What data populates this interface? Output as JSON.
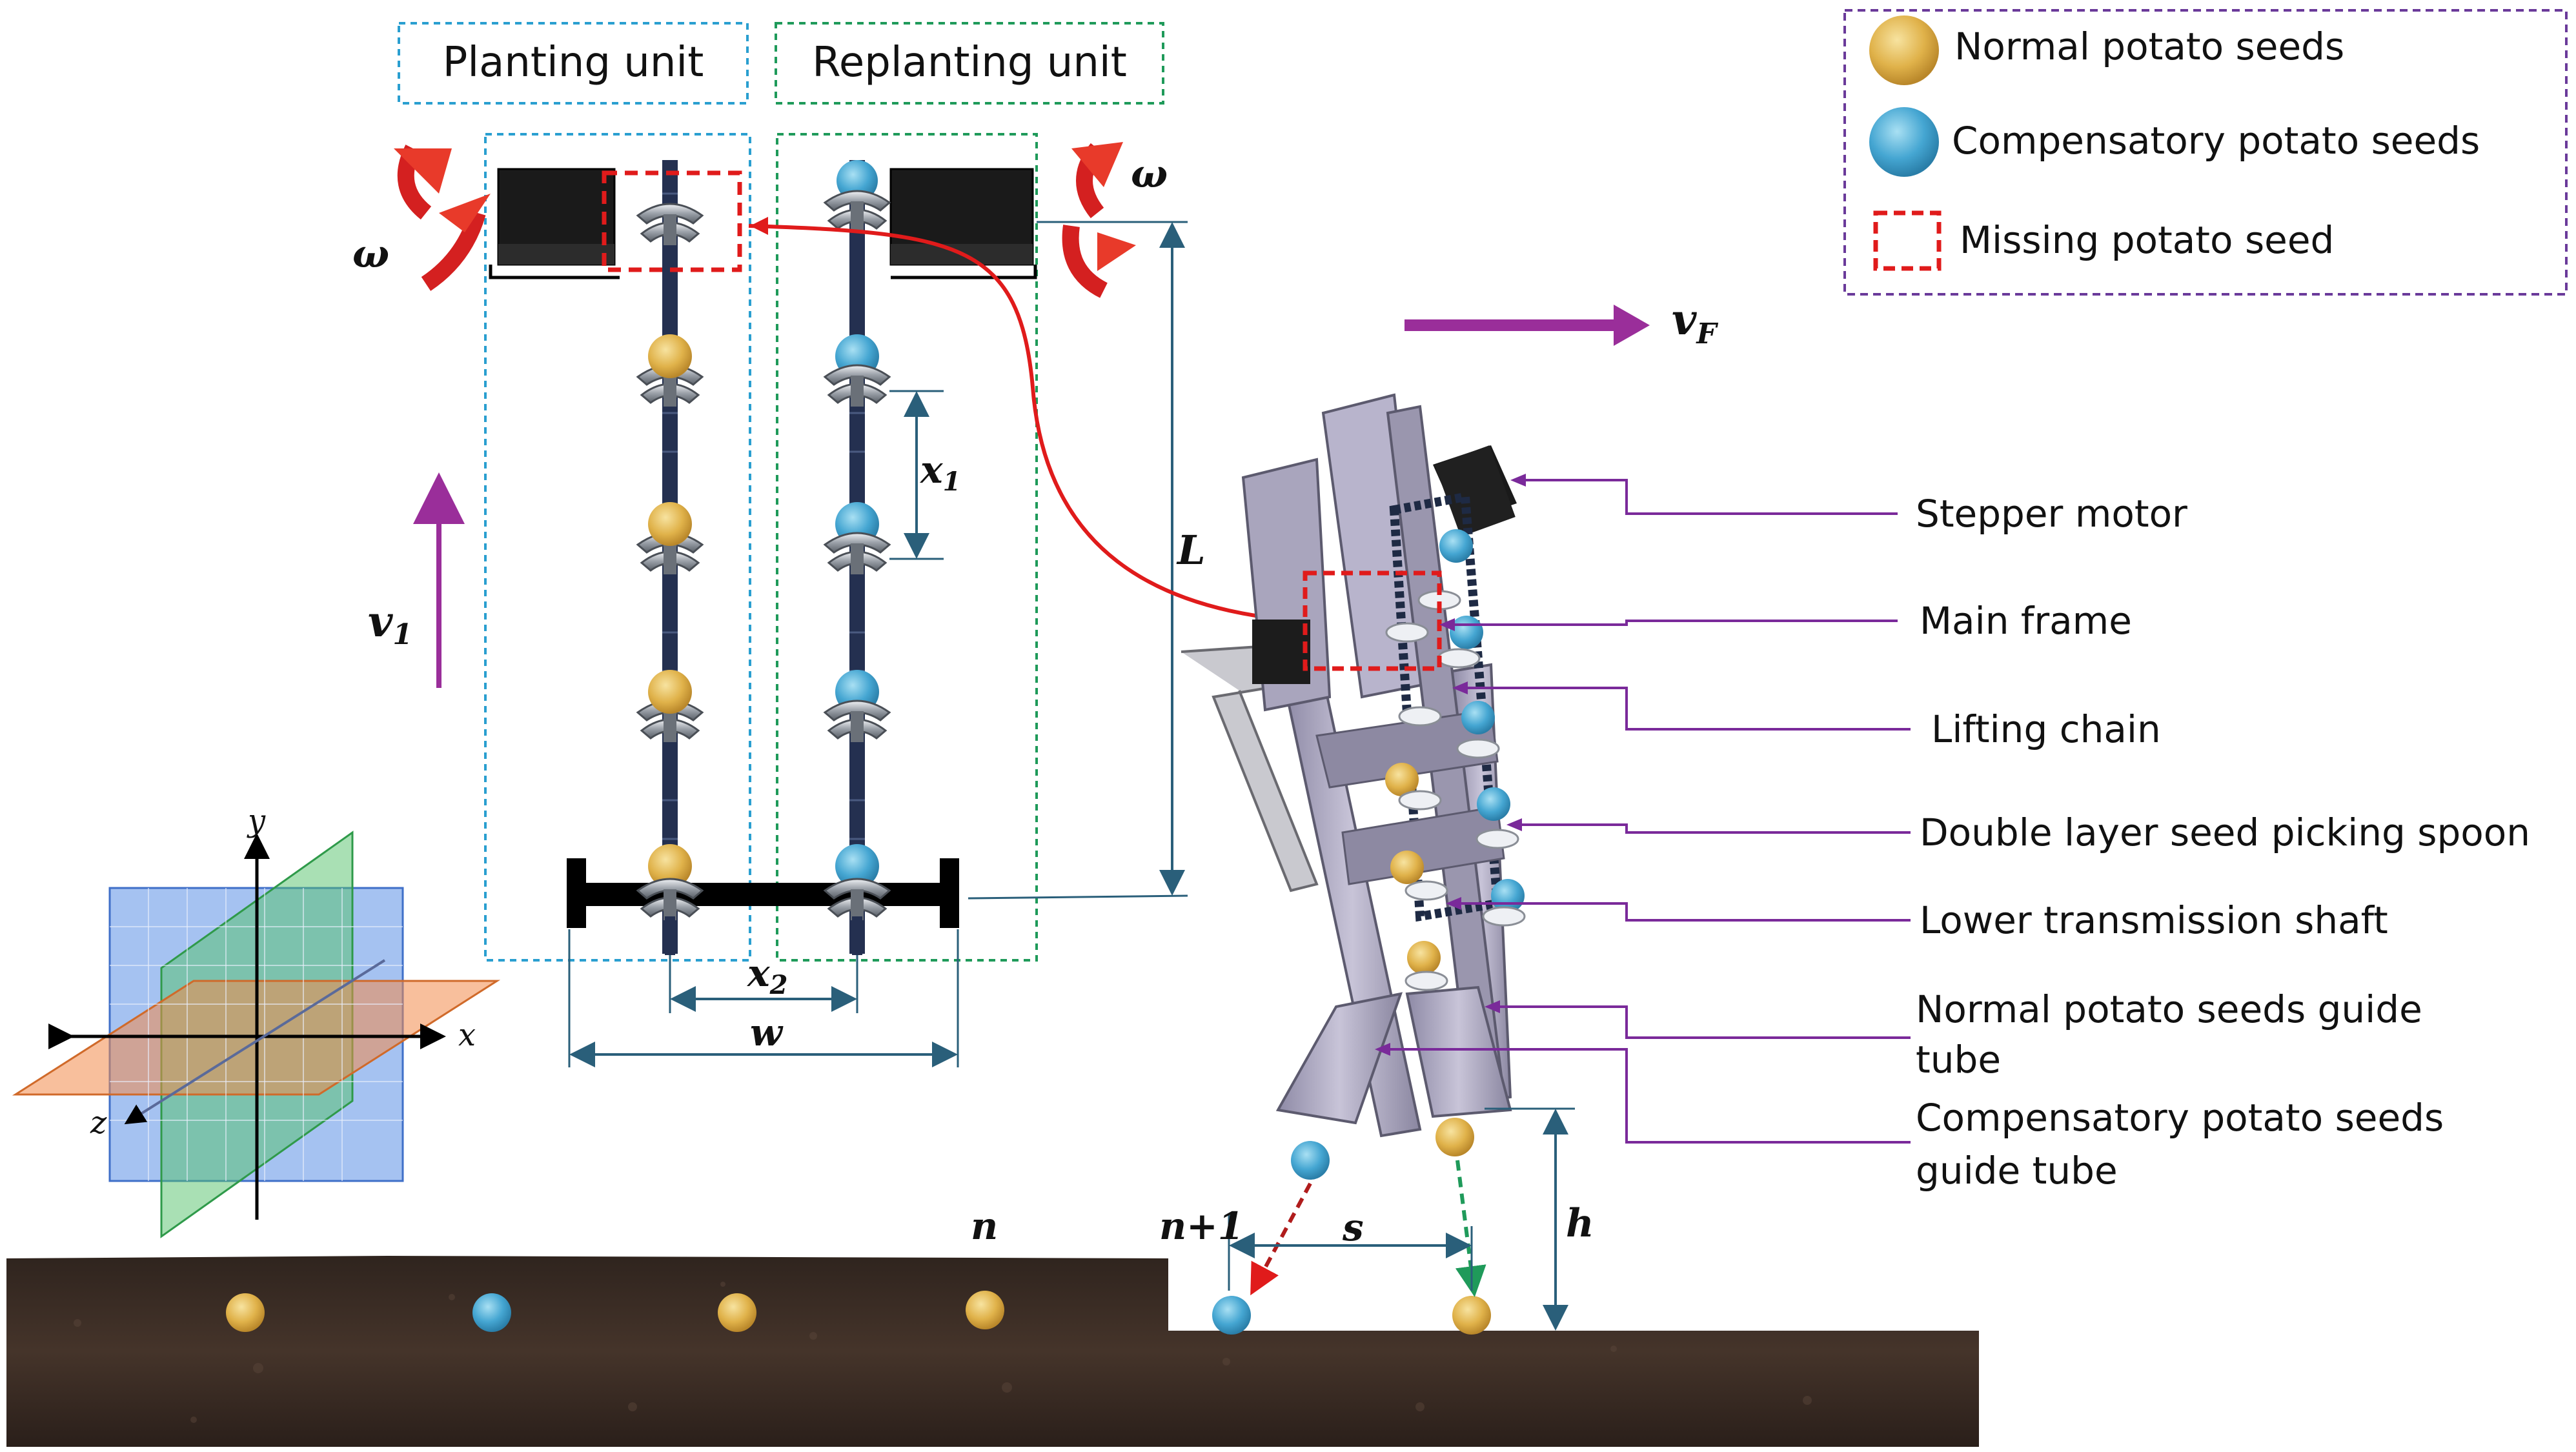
{
  "units": {
    "planting": "Planting unit",
    "replanting": "Replanting unit"
  },
  "legend": {
    "items": [
      {
        "label": "Normal potato seeds",
        "kind": "normal-seed"
      },
      {
        "label": "Compensatory potato seeds",
        "kind": "compensatory-seed"
      },
      {
        "label": "Missing potato seed",
        "kind": "missing-seed"
      }
    ]
  },
  "callouts": [
    "Stepper motor",
    "Main frame",
    "Lifting chain",
    "Double layer seed picking spoon",
    "Lower transmission shaft",
    "Normal potato seeds guide",
    "tube",
    "Compensatory potato seeds",
    "guide tube"
  ],
  "symbols": {
    "omega_left": "ω",
    "omega_right": "ω",
    "v1": "v",
    "v1_sub": "1",
    "vF": "v",
    "vF_sub": "F",
    "x1": "x",
    "x1_sub": "1",
    "x2": "x",
    "x2_sub": "2",
    "L": "L",
    "w": "w",
    "s": "s",
    "h": "h",
    "n": "n",
    "n1": "n+1"
  },
  "axes": {
    "x": "x",
    "y": "y",
    "z": "z"
  },
  "colors": {
    "normal_seed": "#e3b84e",
    "compensatory_seed": "#47a8d4",
    "missing": "#e01b1b",
    "purple": "#9a2e9a",
    "soil": "#3a2a22",
    "chain": "#243050"
  }
}
